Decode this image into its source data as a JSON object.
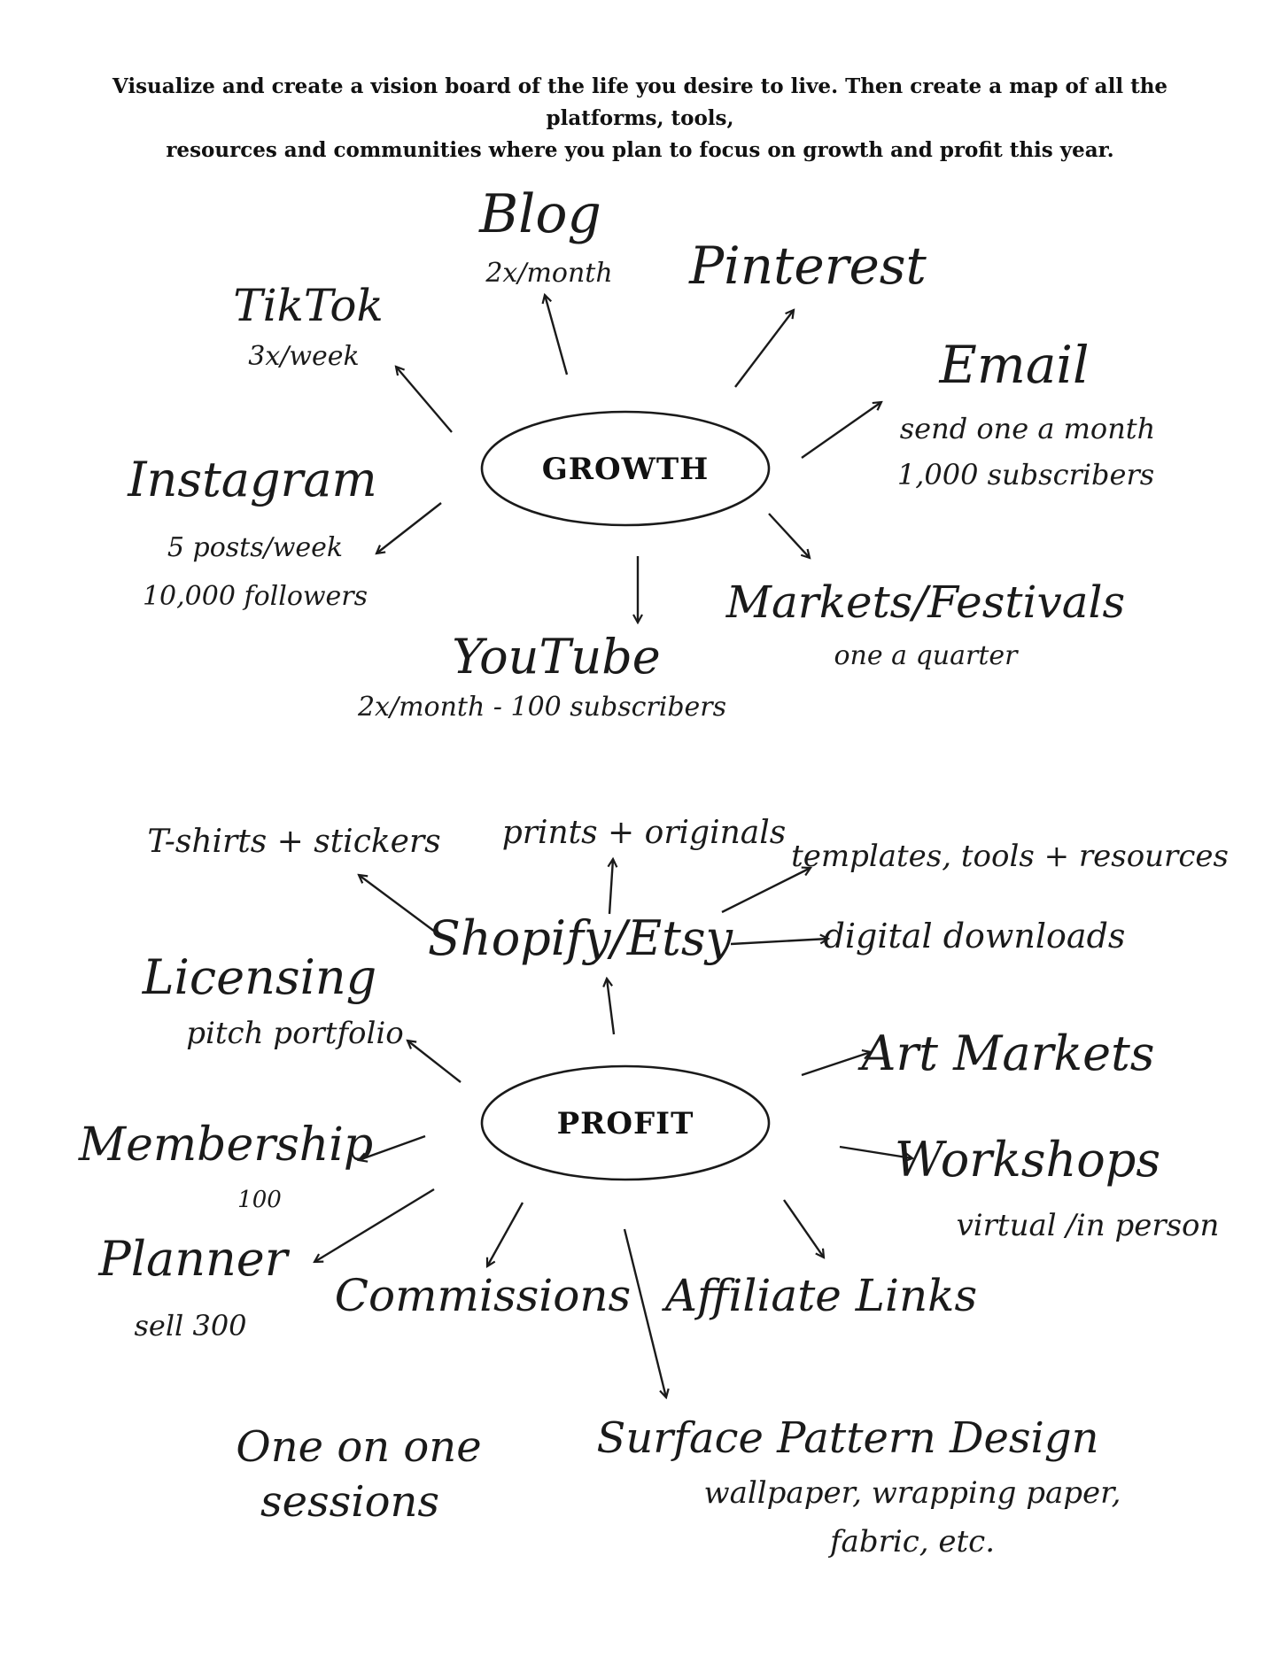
{
  "intro": {
    "line1": "Visualize and create a vision board of the life you desire to live. Then create a map of all the platforms, tools,",
    "line2": "resources and communities where you plan to focus on growth and profit this year."
  },
  "growth": {
    "center": "GROWTH",
    "blog": {
      "title": "Blog",
      "note": "2x/month"
    },
    "pinterest": {
      "title": "Pinterest"
    },
    "tiktok": {
      "title": "TikTok",
      "note": "3x/week"
    },
    "email": {
      "title": "Email",
      "note1": "send one a month",
      "note2": "1,000 subscribers"
    },
    "instagram": {
      "title": "Instagram",
      "note1": "5 posts/week",
      "note2": "10,000 followers"
    },
    "markets": {
      "title": "Markets/Festivals",
      "note": "one a quarter"
    },
    "youtube": {
      "title": "YouTube",
      "note": "2x/month - 100 subscribers"
    }
  },
  "profit": {
    "center": "PROFIT",
    "shop": {
      "title": "Shopify/Etsy"
    },
    "tshirts": {
      "title": "T-shirts + stickers"
    },
    "prints": {
      "title": "prints + originals"
    },
    "templates": {
      "title": "templates, tools + resources"
    },
    "digital": {
      "title": "digital downloads"
    },
    "licensing": {
      "title": "Licensing",
      "note": "pitch portfolio"
    },
    "art_markets": {
      "title": "Art Markets"
    },
    "membership": {
      "title": "Membership",
      "note": "100"
    },
    "workshops": {
      "title": "Workshops",
      "note": "virtual /in person"
    },
    "planner": {
      "title": "Planner",
      "note": "sell 300"
    },
    "commissions": {
      "title": "Commissions"
    },
    "affiliate": {
      "title": "Affiliate Links"
    },
    "one_on_one": {
      "title1": "One on one",
      "title2": "sessions"
    },
    "surface": {
      "title": "Surface Pattern Design",
      "note1": "wallpaper, wrapping paper,",
      "note2": "fabric, etc."
    }
  }
}
